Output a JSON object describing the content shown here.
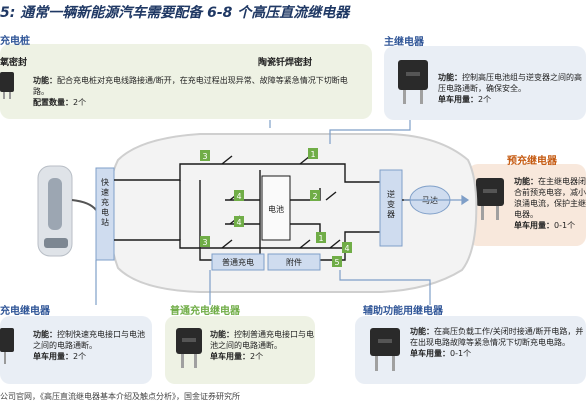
{
  "title": "5: 通常一辆新能源汽车需要配备 6-8 个高压直流继电器",
  "cards": {
    "charging_pile": {
      "title": "充电桩",
      "sub_left": "氧密封",
      "sub_right": "陶瓷钎焊密封",
      "function_label": "功能：",
      "function_text": "配合充电桩对充电线路接通/断开，在充电过程出现异常、故障等紧急情况下切断电路。",
      "qty_label": "配置数量：",
      "qty_value": "2个"
    },
    "main_relay": {
      "title": "主继电器",
      "function_label": "功能：",
      "function_text": "控制高压电池组与逆变器之间的高压电路通断，确保安全。",
      "qty_label": "单车用量：",
      "qty_value": "2个"
    },
    "precharge_relay": {
      "title": "预充继电器",
      "function_label": "功能：",
      "function_text": "在主继电器闭合前预充电容，减小浪涌电流，保护主继电器。",
      "qty_label": "单车用量：",
      "qty_value": "0-1个"
    },
    "fast_charge_relay": {
      "title": "充电继电器",
      "function_label": "功能：",
      "function_text": "控制快速充电接口与电池之间的电路通断。",
      "qty_label": "单车用量：",
      "qty_value": "2个"
    },
    "normal_charge_relay": {
      "title": "普通充电继电器",
      "function_label": "功能：",
      "function_text": "控制普通充电接口与电池之间的电路通断。",
      "qty_label": "单车用量：",
      "qty_value": "2个"
    },
    "aux_relay": {
      "title": "辅助功能用继电器",
      "function_label": "功能：",
      "function_text": "在高压负载工作/关闭时接通/断开电路，并在出现电路故障等紧急情况下切断充电电路。",
      "qty_label": "单车用量：",
      "qty_value": "0-1个"
    }
  },
  "diagram": {
    "station_label": "快速充电站",
    "battery_label": "电池",
    "inverter_label": "逆变器",
    "motor_label": "马达",
    "normal_charge_label": "普通充电",
    "accessory_label": "附件",
    "markers": [
      "1",
      "2",
      "3",
      "4",
      "5"
    ]
  },
  "source": "公司官网，《高压直流继电器基本介绍及触点分析》，国金证券研究所",
  "colors": {
    "title": "#1f3864",
    "blue_title": "#2f5597",
    "green_title": "#70ad47",
    "orange_title": "#c55a11",
    "marker": "#70ad47",
    "arrow": "#7f9fc8"
  }
}
